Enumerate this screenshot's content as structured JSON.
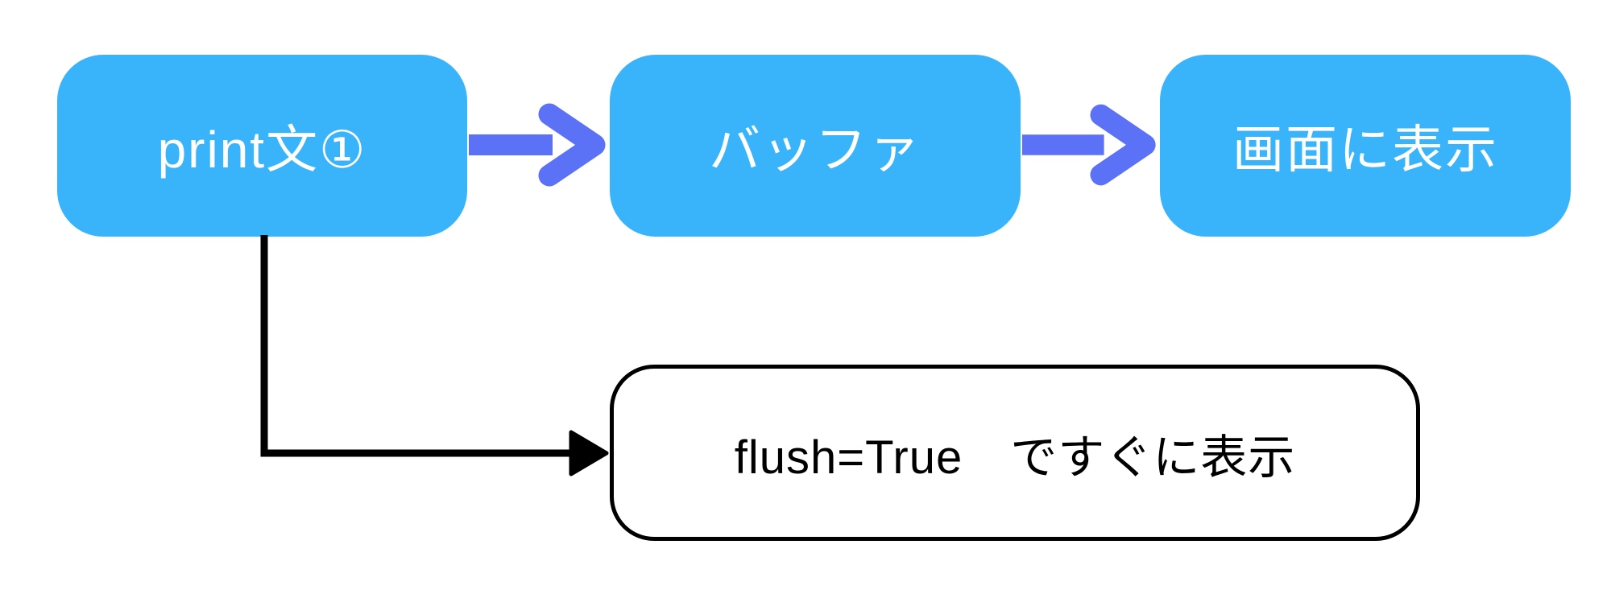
{
  "diagram": {
    "title": "print buffering flow",
    "nodes": {
      "print": {
        "label": "print文①"
      },
      "buffer": {
        "label": "バッファ"
      },
      "display": {
        "label": "画面に表示"
      },
      "flush": {
        "label": "flush=True　ですぐに表示"
      }
    },
    "edges": [
      {
        "from": "print",
        "to": "buffer",
        "style": "thick-blue-arrow"
      },
      {
        "from": "buffer",
        "to": "display",
        "style": "thick-blue-arrow"
      },
      {
        "from": "print",
        "to": "flush",
        "style": "black-elbow-arrow"
      }
    ],
    "colors": {
      "node_fill": "#39b4fb",
      "node_text": "#ffffff",
      "arrow_blue": "#5b72f6",
      "arrow_black": "#000000",
      "flush_fill": "#ffffff",
      "flush_border": "#000000",
      "flush_text": "#000000",
      "background": "#ffffff"
    }
  }
}
